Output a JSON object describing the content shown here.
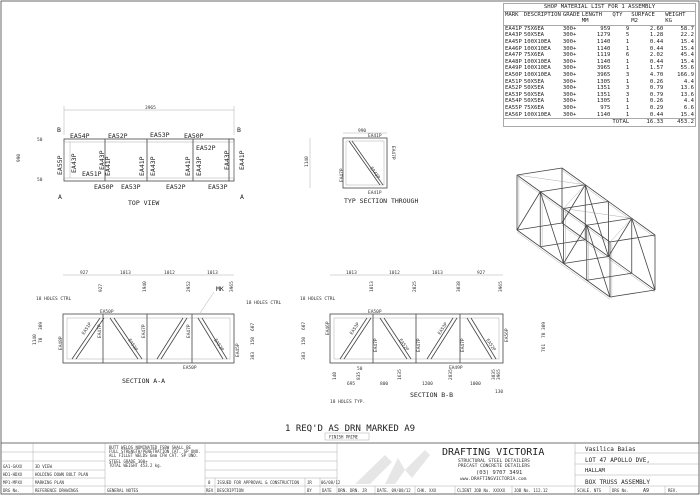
{
  "material_list": {
    "title": "SHOP MATERIAL LIST FOR 1 ASSEMBLY",
    "headers": [
      "MARK",
      "DESCRIPTION",
      "GRADE",
      "LENGTH MM",
      "QTY",
      "SURFACE M2",
      "WEIGHT KG"
    ],
    "rows": [
      [
        "EA41P",
        "75X6EA",
        "300+",
        "959",
        "9",
        "2.60",
        "58.7"
      ],
      [
        "EA43P",
        "50X5EA",
        "300+",
        "1279",
        "5",
        "1.28",
        "22.2"
      ],
      [
        "EA45P",
        "100X10EA",
        "300+",
        "1140",
        "1",
        "0.44",
        "15.4"
      ],
      [
        "EA46P",
        "100X10EA",
        "300+",
        "1140",
        "1",
        "0.44",
        "15.4"
      ],
      [
        "EA47P",
        "75X6EA",
        "300+",
        "1119",
        "6",
        "2.02",
        "45.4"
      ],
      [
        "EA48P",
        "100X10EA",
        "300+",
        "1140",
        "1",
        "0.44",
        "15.4"
      ],
      [
        "EA49P",
        "100X10EA",
        "300+",
        "3965",
        "1",
        "1.57",
        "55.6"
      ],
      [
        "EA50P",
        "100X10EA",
        "300+",
        "3965",
        "3",
        "4.70",
        "166.9"
      ],
      [
        "EA51P",
        "50X5EA",
        "300+",
        "1305",
        "1",
        "0.26",
        "4.4"
      ],
      [
        "EA52P",
        "50X5EA",
        "300+",
        "1351",
        "3",
        "0.79",
        "13.6"
      ],
      [
        "EA53P",
        "50X5EA",
        "300+",
        "1351",
        "3",
        "0.79",
        "13.6"
      ],
      [
        "EA54P",
        "50X5EA",
        "300+",
        "1305",
        "1",
        "0.26",
        "4.4"
      ],
      [
        "EA55P",
        "75X6EA",
        "300+",
        "975",
        "1",
        "0.29",
        "6.6"
      ],
      [
        "EA56P",
        "100X10EA",
        "300+",
        "1140",
        "1",
        "0.44",
        "15.4"
      ]
    ],
    "total_label": "TOTAL",
    "total_surface": "16.33",
    "total_weight": "453.2"
  },
  "top_view": {
    "title": "TOP VIEW",
    "overall": "3965",
    "width": "990",
    "edge_dim": "50",
    "sec_a": "A",
    "sec_b": "B",
    "marks_top": [
      "EA54P",
      "EA52P",
      "EA53P",
      "EA50P"
    ],
    "marks_bottom": [
      "EA50P",
      "EA53P",
      "EA52P",
      "EA53P"
    ],
    "marks_inner": [
      "EA55P",
      "EA43P",
      "EA51P",
      "EA43P",
      "EA41P",
      "EA41P",
      "EA43P",
      "EA41P",
      "EA43P",
      "EA52P",
      "EA43P",
      "EA41P"
    ]
  },
  "typ_section": {
    "title": "TYP SECTION THROUGH",
    "width": "990",
    "height": "1140",
    "marks": [
      "EA41P",
      "EA47P",
      "EA47P",
      "EA41P",
      "EA43P"
    ]
  },
  "section_aa": {
    "title": "SECTION A-A",
    "spacings": [
      "927",
      "1013",
      "1012",
      "1013"
    ],
    "cumulative": [
      "927",
      "1940",
      "2952",
      "3965"
    ],
    "mk": "MK",
    "holes": "18 HOLES CTRL",
    "holes_right": "18 HOLES CTRL",
    "height": "1140",
    "left_dims": [
      "309",
      "70"
    ],
    "right_dims": [
      "607",
      "150",
      "383"
    ],
    "marks": [
      "EA50P",
      "EA51P",
      "EA47P",
      "EA47P",
      "EA53P",
      "EA47P",
      "EA52P",
      "EA48P",
      "EA45P",
      "EA50P"
    ]
  },
  "section_bb": {
    "title": "SECTION B-B",
    "spacings": [
      "1013",
      "1012",
      "1013",
      "927"
    ],
    "cumulative": [
      "1013",
      "2025",
      "3038",
      "3965"
    ],
    "holes": "18 HOLES CTRL",
    "holes_bottom": "18 HOLES TYP.",
    "left_dims": [
      "607",
      "150",
      "383"
    ],
    "right_dims": [
      "309",
      "70",
      "761"
    ],
    "bottom_cum": [
      "140",
      "835",
      "1635",
      "2835",
      "3835",
      "3965"
    ],
    "bottom_spacings": [
      "695",
      "800",
      "1200",
      "1000"
    ],
    "bottom_misc": [
      "50",
      "130"
    ],
    "marks": [
      "EA50P",
      "EA46P",
      "EA53P",
      "EA47P",
      "EA52P",
      "EA47P",
      "EA53P",
      "EA47P",
      "EA52P",
      "EA56P",
      "EA49P"
    ]
  },
  "note": {
    "required": "1 REQ'D AS DRN MARKED A9",
    "finish": "FINISH PRIME"
  },
  "title_block": {
    "ref_drawings": [
      {
        "no": "GA1-GAXX",
        "title": "3D VIEW"
      },
      {
        "no": "HD1-HDXX",
        "title": "HOLDING DOWN BOLT PLAN"
      },
      {
        "no": "MP1-MPXX",
        "title": "MARKING PLAN"
      }
    ],
    "general_notes": [
      "BUTT WELDS NOMINATED FSBW SHALL BE",
      "FULL STRENGTH/PENETRATION CAT. SP UNO.",
      "ALL FILLET WELDS 6mm CFW CAT. SP UNO.",
      "STEEL GRADE 300+",
      "TOTAL WEIGHT 453.2 kg."
    ],
    "revision": {
      "rev": "0",
      "description": "ISSUED FOR APPROVAL & CONSTRUCTION",
      "by": "JR",
      "date": "06/08/12"
    },
    "headers": {
      "drg_no": "DRG No.",
      "ref": "REFERENCE DRAWINGS",
      "notes": "GENERAL NOTES",
      "rev": "REV",
      "desc": "DESCRIPTION",
      "by": "BY",
      "date": "DATE",
      "drn": "DRN."
    },
    "drn": "DRN. JR",
    "date": "DATE. 09/08/12",
    "chk": "CHK. XXX",
    "client_job": "CLIENT JOB No. XXXXX",
    "job_no": "JOB No. 112.12",
    "company": "DRAFTING VICTORIA",
    "company_sub1": "STRUCTURAL STEEL DETAILERS",
    "company_sub2": "PRECAST CONCRETE DETAILERS",
    "phone": "(03) 9707 3491",
    "website": "www.DRAFTINGVICTORIA.com",
    "client": "Vasilica Baias",
    "project1": "LOT 47 APOLLO DVE,",
    "project2": "HALLAM",
    "title": "BOX TRUSS ASSEMBLY",
    "scale": "SCALE. NTS",
    "drg_no_label": "DRG No.",
    "drg_no": "A9",
    "rev_label": "REV."
  },
  "colors": {
    "line": "#444444",
    "paper": "#ffffff",
    "logo": "#e6e6e6"
  }
}
